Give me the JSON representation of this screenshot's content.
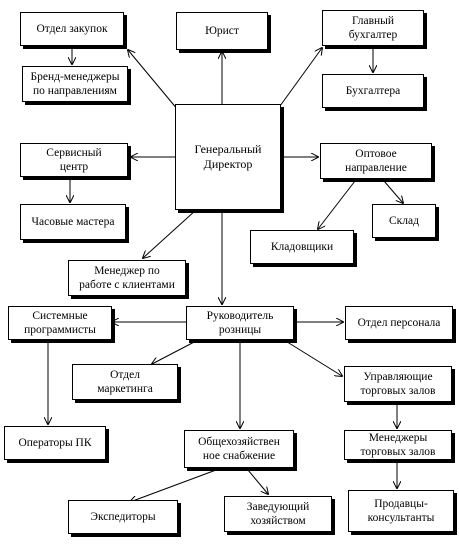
{
  "nodes": {
    "procurement": "Отдел закупок",
    "lawyer": "Юрист",
    "chief_accountant": "Главный\nбухгалтер",
    "brand_managers": "Бренд-менеджеры\nпо направлениям",
    "accountants": "Бухгалтера",
    "ceo": "Генеральный\nДиректор",
    "service_center": "Сервисный\nцентр",
    "wholesale": "Оптовое\nнаправление",
    "watchmakers": "Часовые мастера",
    "warehouse": "Склад",
    "storekeepers": "Кладовщики",
    "client_manager": "Менеджер по\nработе с клиентами",
    "system_programmers": "Системные\nпрограммисты",
    "retail_head": "Руководитель\nрозницы",
    "hr": "Отдел персонала",
    "marketing": "Отдел\nмаркетинга",
    "hall_managers": "Управляющие\nторговых залов",
    "pc_operators": "Операторы ПК",
    "general_supply": "Общехозяйствен\nное снабжение",
    "sales_managers": "Менеджеры\nторговых залов",
    "forwarders": "Экспедиторы",
    "facility_manager": "Заведующий\nхозяйством",
    "sales_consultants": "Продавцы-\nконсультанты"
  }
}
